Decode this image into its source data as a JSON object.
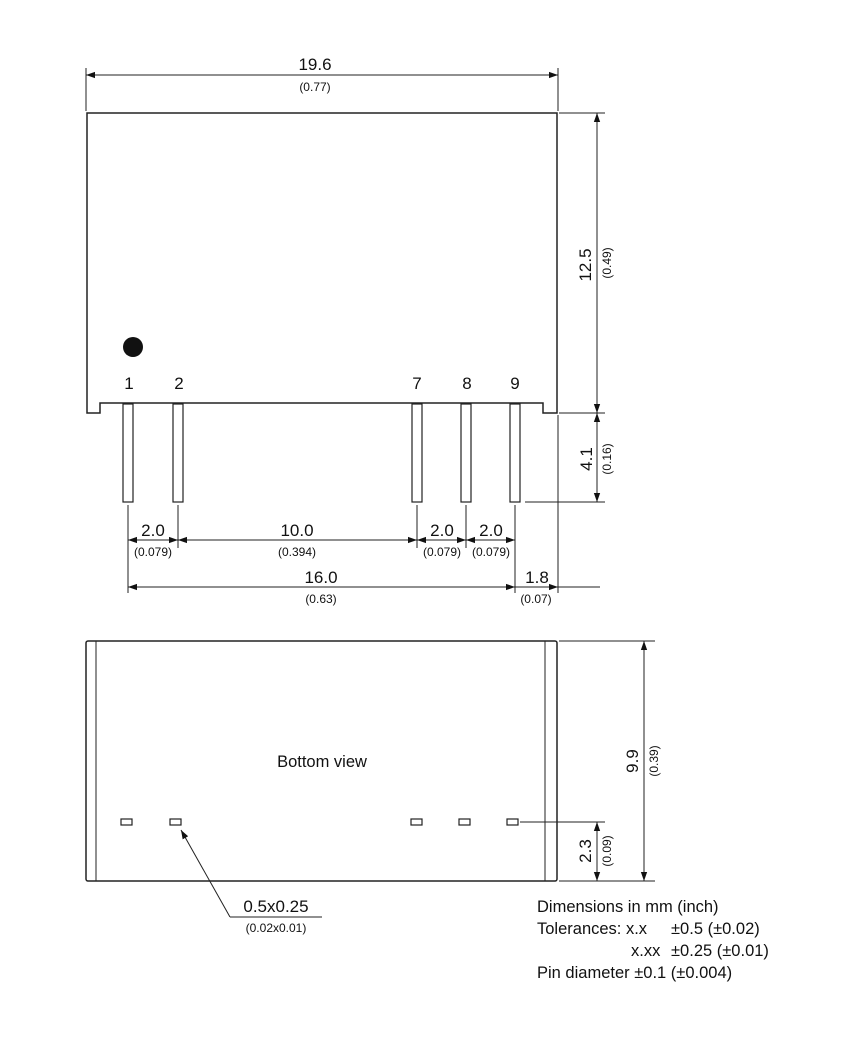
{
  "top_view": {
    "width_mm": "19.6",
    "width_in": "(0.77)",
    "height_mm": "12.5",
    "height_in": "(0.49)",
    "pin_length_mm": "4.1",
    "pin_length_in": "(0.16)",
    "pins": [
      "1",
      "2",
      "7",
      "8",
      "9"
    ],
    "pitch_mm": "2.0",
    "pitch_in": "(0.079)",
    "span_mm": "10.0",
    "span_in": "(0.394)",
    "total_span_mm": "16.0",
    "total_span_in": "(0.63)",
    "edge_offset_mm": "1.8",
    "edge_offset_in": "(0.07)"
  },
  "bottom_view": {
    "label": "Bottom view",
    "height_mm": "9.9",
    "height_in": "(0.39)",
    "pin_row_mm": "2.3",
    "pin_row_in": "(0.09)",
    "pin_size_mm": "0.5x0.25",
    "pin_size_in": "(0.02x0.01)"
  },
  "notes": {
    "line1": "Dimensions in mm (inch)",
    "line2_label": "Tolerances: x.x",
    "line2_value": "±0.5 (±0.02)",
    "line3_label": "x.xx",
    "line3_value": "±0.25 (±0.01)",
    "line4": "Pin diameter ±0.1 (±0.004)"
  }
}
